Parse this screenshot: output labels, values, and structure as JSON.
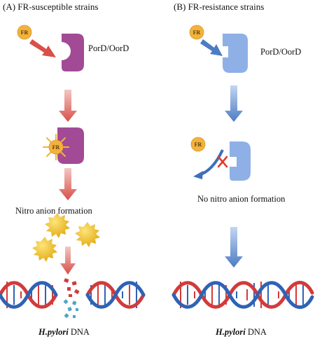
{
  "panel_a": {
    "title": "(A) FR-susceptible strains",
    "fr_badge": "FR",
    "fr_badge_bound": "FR",
    "enzyme_label": "PorD/OorD",
    "formation_label": "Nitro anion  formation",
    "dna_species": "H.pylori",
    "dna_word": " DNA"
  },
  "panel_b": {
    "title": "(B) FR-resistance strains",
    "fr_badge": "FR",
    "fr_badge_blocked": "FR",
    "enzyme_label": "PorD/OorD",
    "formation_label": "No nitro anion  formation",
    "dna_species": "H.pylori",
    "dna_word": " DNA"
  },
  "icons": [
    "fr-molecule-icon",
    "enzyme-icon",
    "nitro-anion-icon",
    "dna-helix-icon",
    "block-x-icon"
  ],
  "colors": {
    "enzyme_susceptible": "#a24a96",
    "enzyme_resistant": "#8fb0e6",
    "arrow_red": "#d8504a",
    "arrow_blue": "#4c7cc4",
    "fr_yellow": "#f3b23c",
    "anion_yellow": "#f2c419",
    "dna_red": "#d33a3a",
    "dna_blue": "#2e63b5",
    "block_x": "#e23a2a"
  }
}
